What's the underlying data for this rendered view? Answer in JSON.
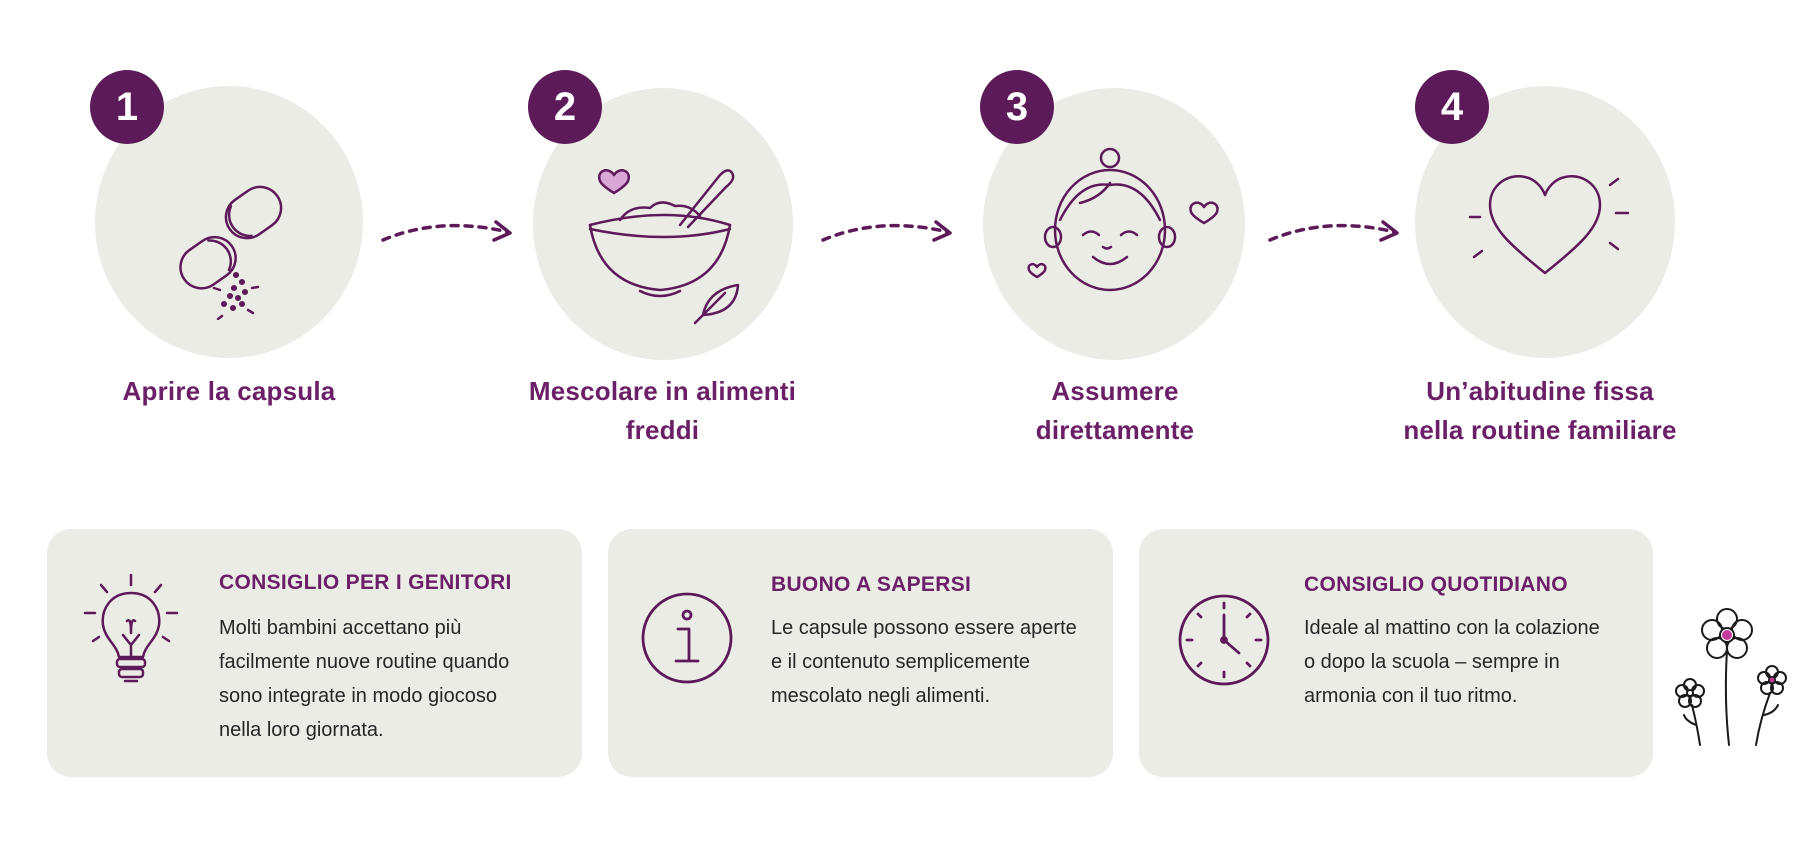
{
  "steps": [
    {
      "number": "1",
      "label_line1": "Aprire la capsula",
      "label_line2": "",
      "icon": "capsule-icon"
    },
    {
      "number": "2",
      "label_line1": "Mescolare in alimenti",
      "label_line2": "freddi",
      "icon": "bowl-icon"
    },
    {
      "number": "3",
      "label_line1": "Assumere",
      "label_line2": "direttamente",
      "icon": "child-face-icon"
    },
    {
      "number": "4",
      "label_line1": "Un’abitudine fissa",
      "label_line2": "nella routine familiare",
      "icon": "heart-icon"
    }
  ],
  "cards": [
    {
      "title": "CONSIGLIO PER I GENITORI",
      "lines": [
        "Molti bambini accettano più",
        "facilmente nuove routine quando",
        "sono integrate in modo giocoso",
        "nella loro giornata."
      ],
      "icon": "lightbulb-icon"
    },
    {
      "title": "BUONO A SAPERSI",
      "lines": [
        "Le capsule possono essere aperte",
        "e il contenuto semplicemente",
        "mescolato negli alimenti."
      ],
      "icon": "info-icon"
    },
    {
      "title": "CONSIGLIO QUOTIDIANO",
      "lines": [
        "Ideale al mattino con la colazione",
        "o dopo la scuola – sempre in",
        "armonia con il tuo ritmo."
      ],
      "icon": "clock-icon"
    }
  ],
  "colors": {
    "accent": "#5c1a58",
    "text_accent": "#6a1f66",
    "circle_bg": "#ecece6",
    "card_bg": "#ecece6",
    "body_text": "#262626"
  }
}
